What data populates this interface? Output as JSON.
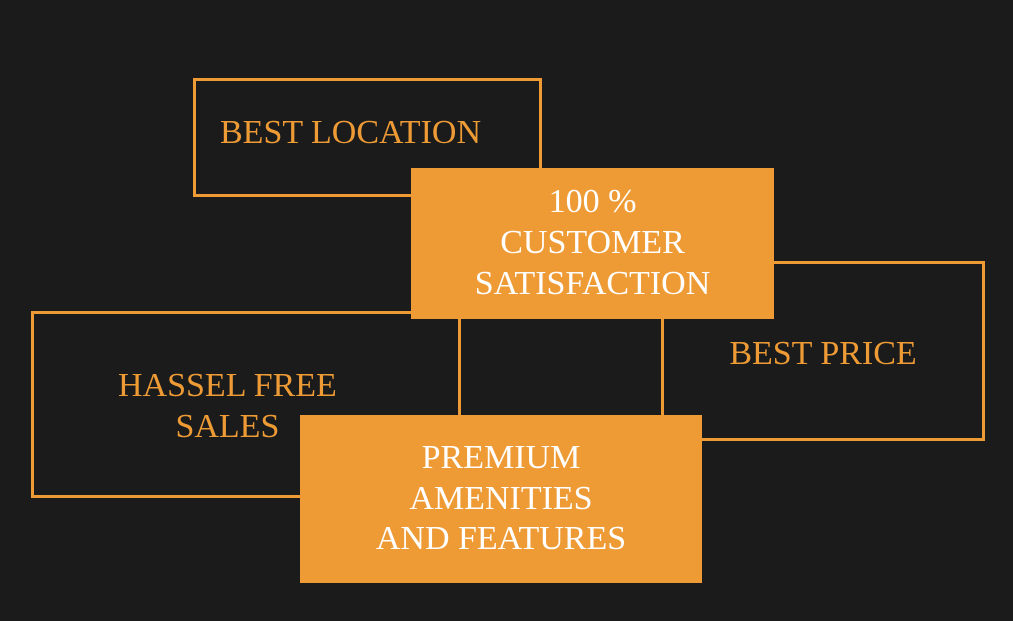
{
  "features": {
    "best_location": "BEST LOCATION",
    "customer_satisfaction": "100 %\nCUSTOMER\nSATISFACTION",
    "best_price": "BEST PRICE",
    "hassle_free_sales": "HASSEL FREE\nSALES",
    "premium_amenities": "PREMIUM\nAMENITIES\nAND FEATURES"
  },
  "colors": {
    "background": "#1b1b1b",
    "accent": "#ee9b36",
    "filled_text": "#ffffff"
  }
}
